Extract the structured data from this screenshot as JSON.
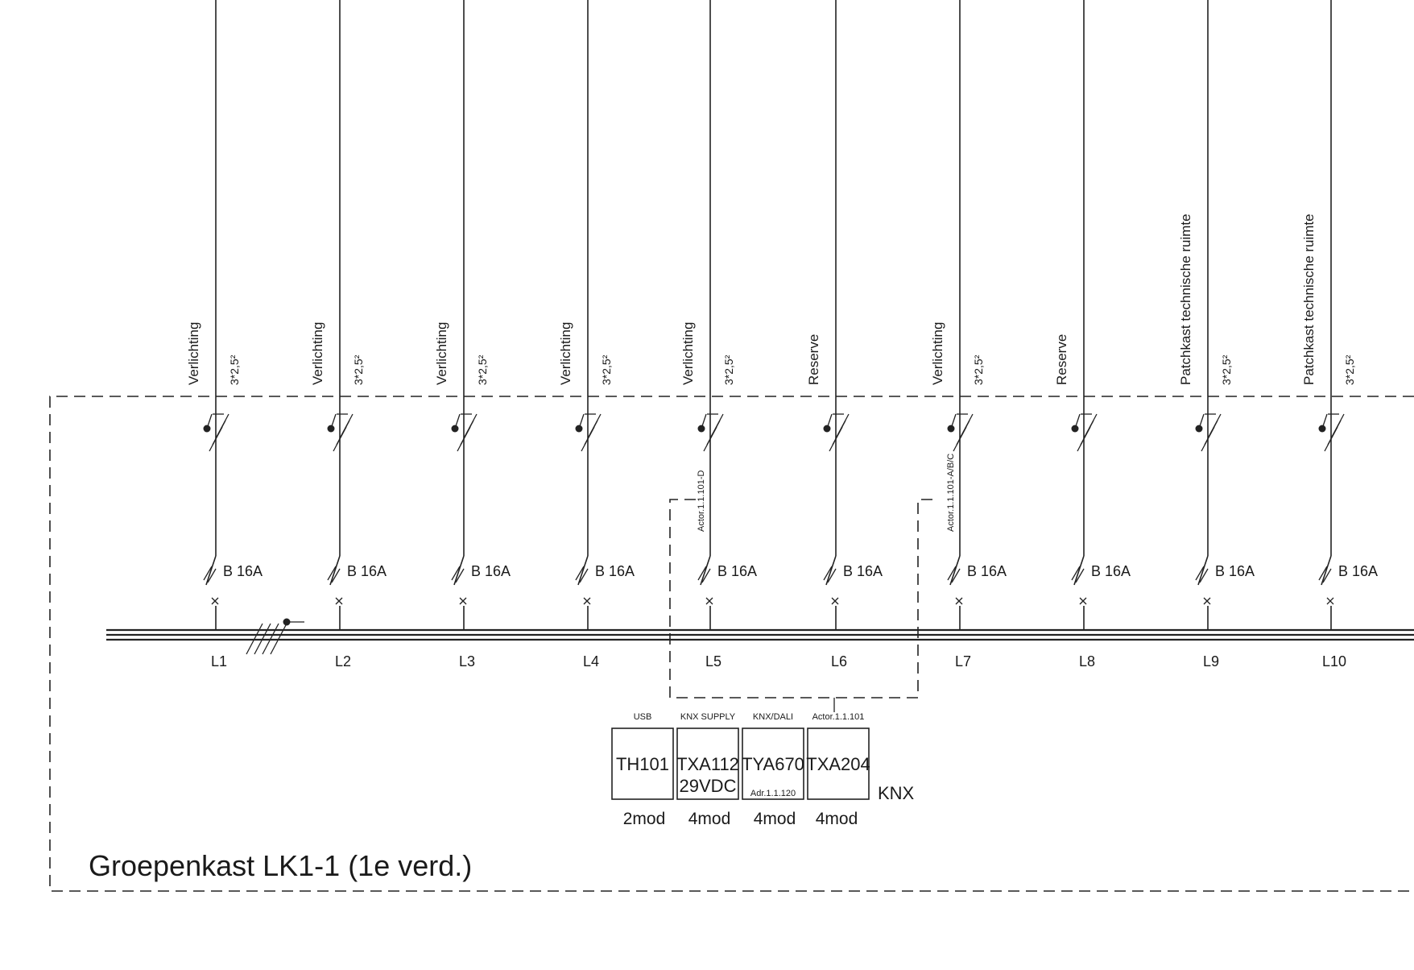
{
  "panel_title": "Groepenkast LK1-1 (1e verd.)",
  "bus_label": "KNX",
  "circuits": [
    {
      "id": "L1",
      "function": "Verlichting",
      "cable": "3*2,5²",
      "breaker": "B 16A"
    },
    {
      "id": "L2",
      "function": "Verlichting",
      "cable": "3*2,5²",
      "breaker": "B 16A"
    },
    {
      "id": "L3",
      "function": "Verlichting",
      "cable": "3*2,5²",
      "breaker": "B 16A"
    },
    {
      "id": "L4",
      "function": "Verlichting",
      "cable": "3*2,5²",
      "breaker": "B 16A"
    },
    {
      "id": "L5",
      "function": "Verlichting",
      "cable": "3*2,5²",
      "breaker": "B 16A",
      "actor": "Actor.1.1.101-D"
    },
    {
      "id": "L6",
      "function": "Reserve",
      "cable": "",
      "breaker": "B 16A"
    },
    {
      "id": "L7",
      "function": "Verlichting",
      "cable": "3*2,5²",
      "breaker": "B 16A",
      "actor": "Actor.1.1.101-A/B/C"
    },
    {
      "id": "L8",
      "function": "Reserve",
      "cable": "",
      "breaker": "B 16A"
    },
    {
      "id": "L9",
      "function": "Patchkast technische ruimte",
      "cable": "3*2,5²",
      "breaker": "B 16A"
    },
    {
      "id": "L10",
      "function": "Patchkast technische ruimte",
      "cable": "3*2,5²",
      "breaker": "B 16A"
    }
  ],
  "modules": [
    {
      "header": "USB",
      "line1": "TH101",
      "line2": "",
      "size": "2mod"
    },
    {
      "header": "KNX SUPPLY",
      "line1": "TXA112",
      "line2": "29VDC",
      "size": "4mod"
    },
    {
      "header": "KNX/DALI",
      "line1": "TYA670",
      "line2": "Adr.1.1.120",
      "size": "4mod"
    },
    {
      "header": "Actor.1.1.101",
      "line1": "TXA204",
      "line2": "",
      "size": "4mod"
    }
  ]
}
